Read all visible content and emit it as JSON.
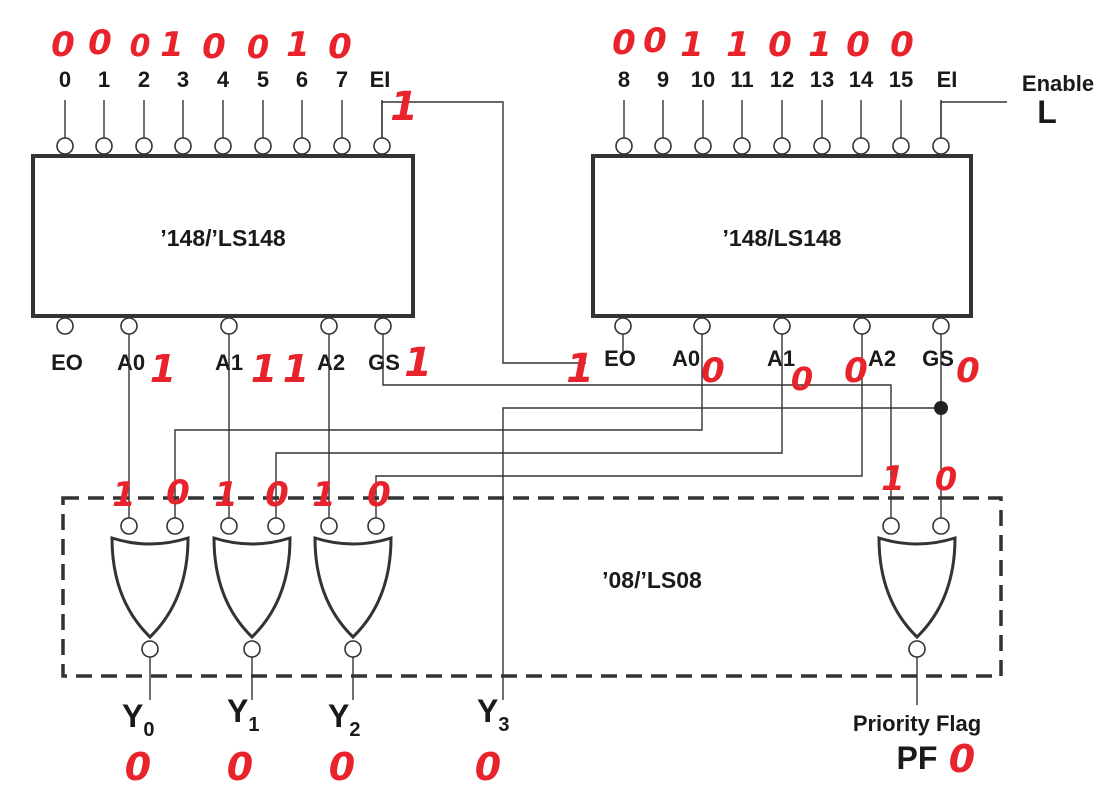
{
  "chips": {
    "left": {
      "name": "’148/’LS148",
      "inputs": [
        "0",
        "1",
        "2",
        "3",
        "4",
        "5",
        "6",
        "7",
        "EI"
      ],
      "outputs": [
        "EO",
        "A0",
        "A1",
        "A2",
        "GS"
      ]
    },
    "right": {
      "name": "’148/LS148",
      "inputs": [
        "8",
        "9",
        "10",
        "11",
        "12",
        "13",
        "14",
        "15",
        "EI"
      ],
      "outputs": [
        "EO",
        "A0",
        "A1",
        "A2",
        "GS"
      ]
    },
    "gates": {
      "name": "’08/’LS08"
    }
  },
  "labels": {
    "enable": "Enable",
    "enable_value": "L",
    "y0": "Y",
    "y0_sub": "0",
    "y1": "Y",
    "y1_sub": "1",
    "y2": "Y",
    "y2_sub": "2",
    "y3": "Y",
    "y3_sub": "3",
    "priority_flag": "Priority Flag",
    "pf": "PF"
  },
  "annotations": {
    "left_inputs": [
      "0",
      "0",
      "0",
      "1",
      "0",
      "0",
      "1",
      "0"
    ],
    "left_ei": "1",
    "right_inputs": [
      "0",
      "0",
      "1",
      "1",
      "0",
      "1",
      "0",
      "0"
    ],
    "left_a0": "1",
    "left_a1": "1",
    "left_a2": "1",
    "left_gs": "1",
    "right_eo": "1",
    "right_a0": "0",
    "right_a1": "0",
    "right_a2": "0",
    "right_gs": "0",
    "gate_inputs": [
      "1",
      "0",
      "1",
      "0",
      "1",
      "0"
    ],
    "pf_gate_inputs": [
      "1",
      "0"
    ],
    "y_outputs": [
      "0",
      "0",
      "0",
      "0"
    ],
    "pf_value": "0"
  },
  "colors": {
    "annotation": "#e8232b",
    "ink": "#1a1a1a"
  }
}
